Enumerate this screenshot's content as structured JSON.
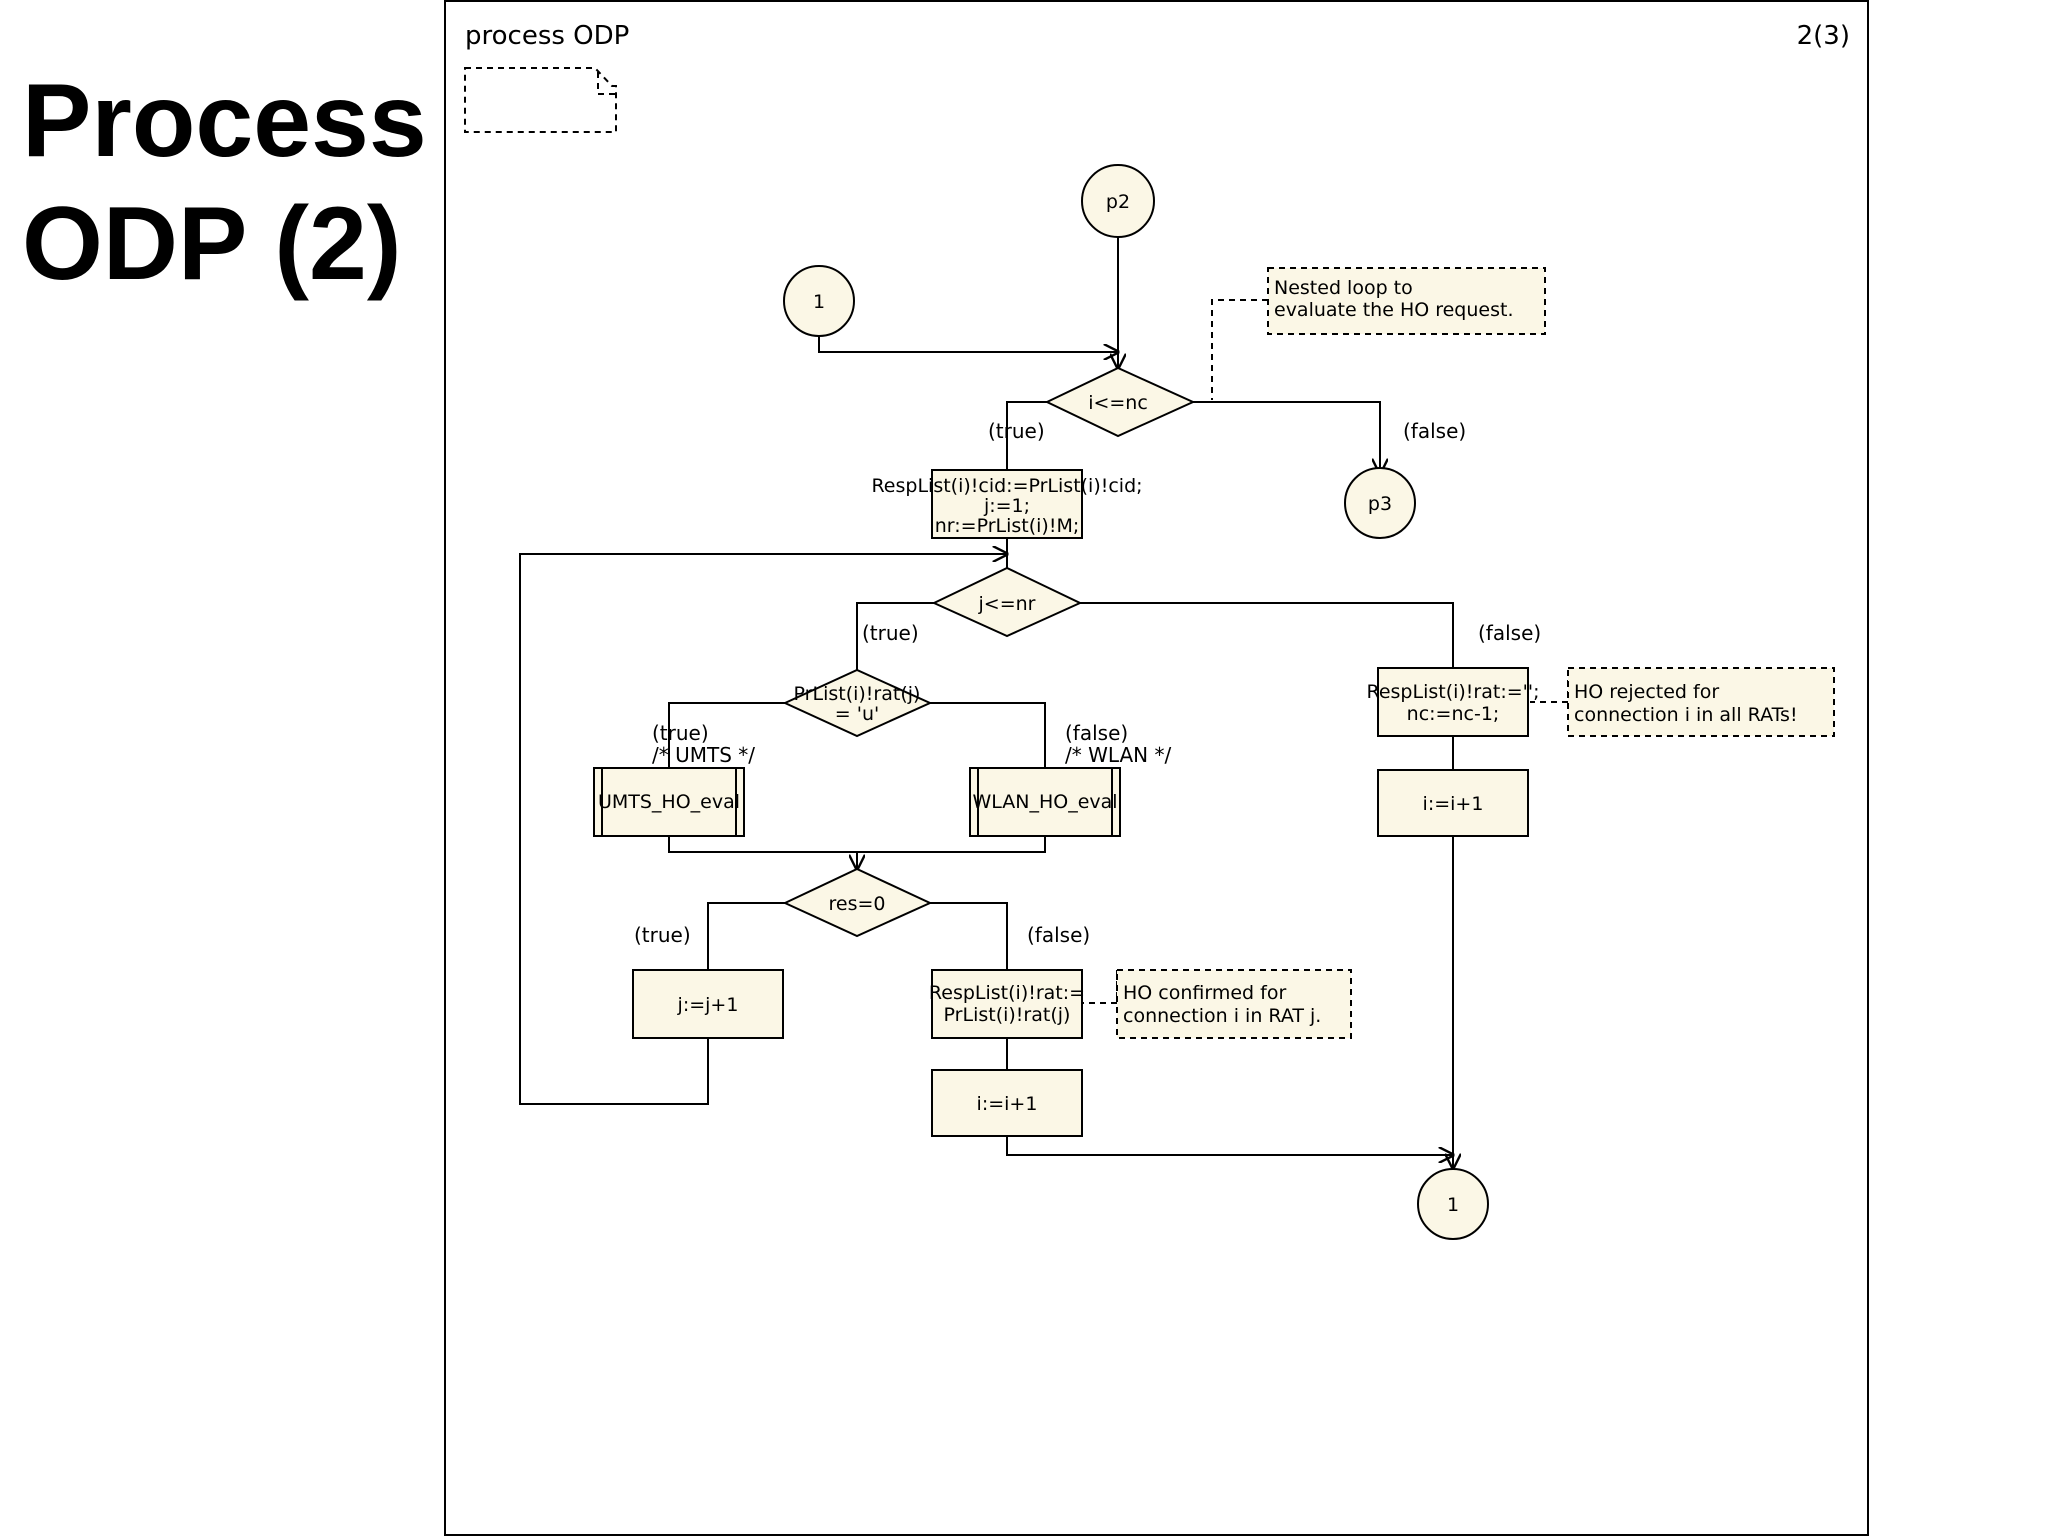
{
  "slide": {
    "title_line1": "Process",
    "title_line2": "ODP (2)"
  },
  "frame": {
    "name": "process ODP",
    "page": "2(3)"
  },
  "connectors": {
    "in_p2": "p2",
    "out_p3": "p3",
    "join_1_top": "1",
    "join_1_bottom": "1"
  },
  "decisions": {
    "i_le_nc": "i<=nc",
    "j_le_nr": "j<=nr",
    "rat_line1": "PrList(i)!rat(j)",
    "rat_line2": "= 'u'",
    "res0": "res=0"
  },
  "tasks": {
    "init_line1": "RespList(i)!cid:=PrList(i)!cid;",
    "init_line2": "j:=1;",
    "init_line3": "nr:=PrList(i)!M;",
    "reject_line1": "RespList(i)!rat:='';",
    "reject_line2": "nc:=nc-1;",
    "inc_i_right": "i:=i+1",
    "inc_j": "j:=j+1",
    "confirm_line1": "RespList(i)!rat:=",
    "confirm_line2": "PrList(i)!rat(j)",
    "inc_i_bottom": "i:=i+1"
  },
  "procedures": {
    "umts": "UMTS_HO_eval",
    "wlan": "WLAN_HO_eval"
  },
  "labels": {
    "true_1": "(true)",
    "false_1": "(false)",
    "true_2": "(true)",
    "false_2": "(false)",
    "true_3": "(true)",
    "umts_comment": "/* UMTS */",
    "false_3": "(false)",
    "wlan_comment": "/* WLAN */",
    "true_4": "(true)",
    "false_4": "(false)"
  },
  "comments": {
    "nested_line1": "Nested loop to",
    "nested_line2": "evaluate the HO request.",
    "rejected_line1": "HO rejected for",
    "rejected_line2": "connection i in all RATs!",
    "confirmed_line1": "HO confirmed for",
    "confirmed_line2": "connection i in RAT j."
  }
}
